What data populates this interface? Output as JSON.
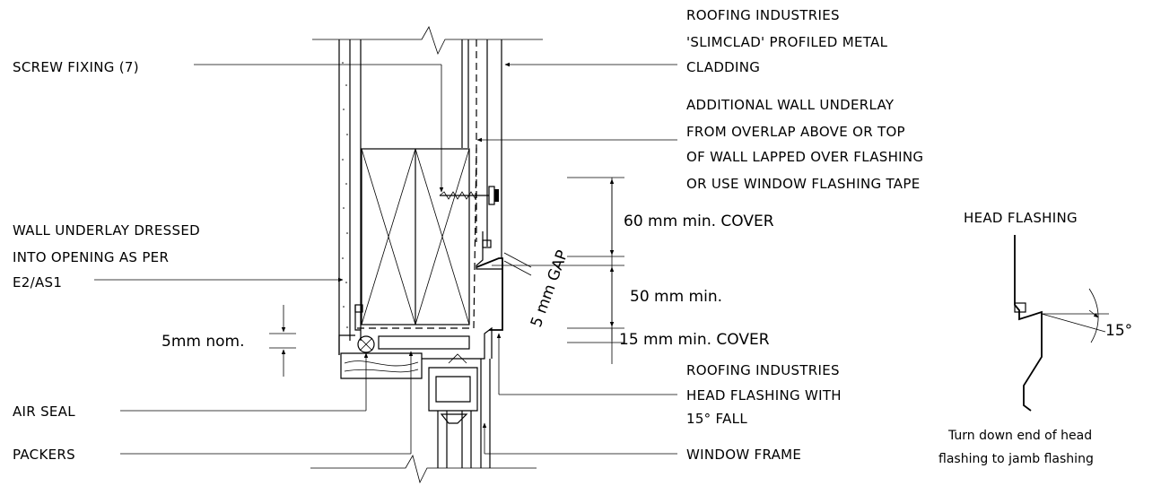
{
  "labels": {
    "cladding": [
      "ROOFING INDUSTRIES",
      "'SLIMCLAD' PROFILED METAL",
      "CLADDING"
    ],
    "screw_fixing": "SCREW FIXING (7)",
    "underlay": [
      "ADDITIONAL WALL UNDERLAY",
      "FROM OVERLAP ABOVE OR TOP",
      "OF WALL LAPPED OVER FLASHING",
      "OR USE WINDOW FLASHING TAPE"
    ],
    "wall_underlay": [
      "WALL UNDERLAY DRESSED",
      "INTO OPENING AS PER",
      "E2/AS1"
    ],
    "head_flashing_title": "HEAD FLASHING",
    "cover_60": "60 mm min. COVER",
    "gap_5": "5 mm GAP",
    "min_50": "50 mm min.",
    "cover_15": "15 mm min. COVER",
    "nom_5": "5mm nom.",
    "head_flashing": [
      "ROOFING INDUSTRIES",
      "HEAD FLASHING WITH",
      "15° FALL"
    ],
    "air_seal": "AIR SEAL",
    "packers": "PACKERS",
    "window_frame": "WINDOW FRAME",
    "angle": "15°",
    "turn_down": [
      "Turn down end of head",
      "flashing to jamb flashing"
    ]
  }
}
